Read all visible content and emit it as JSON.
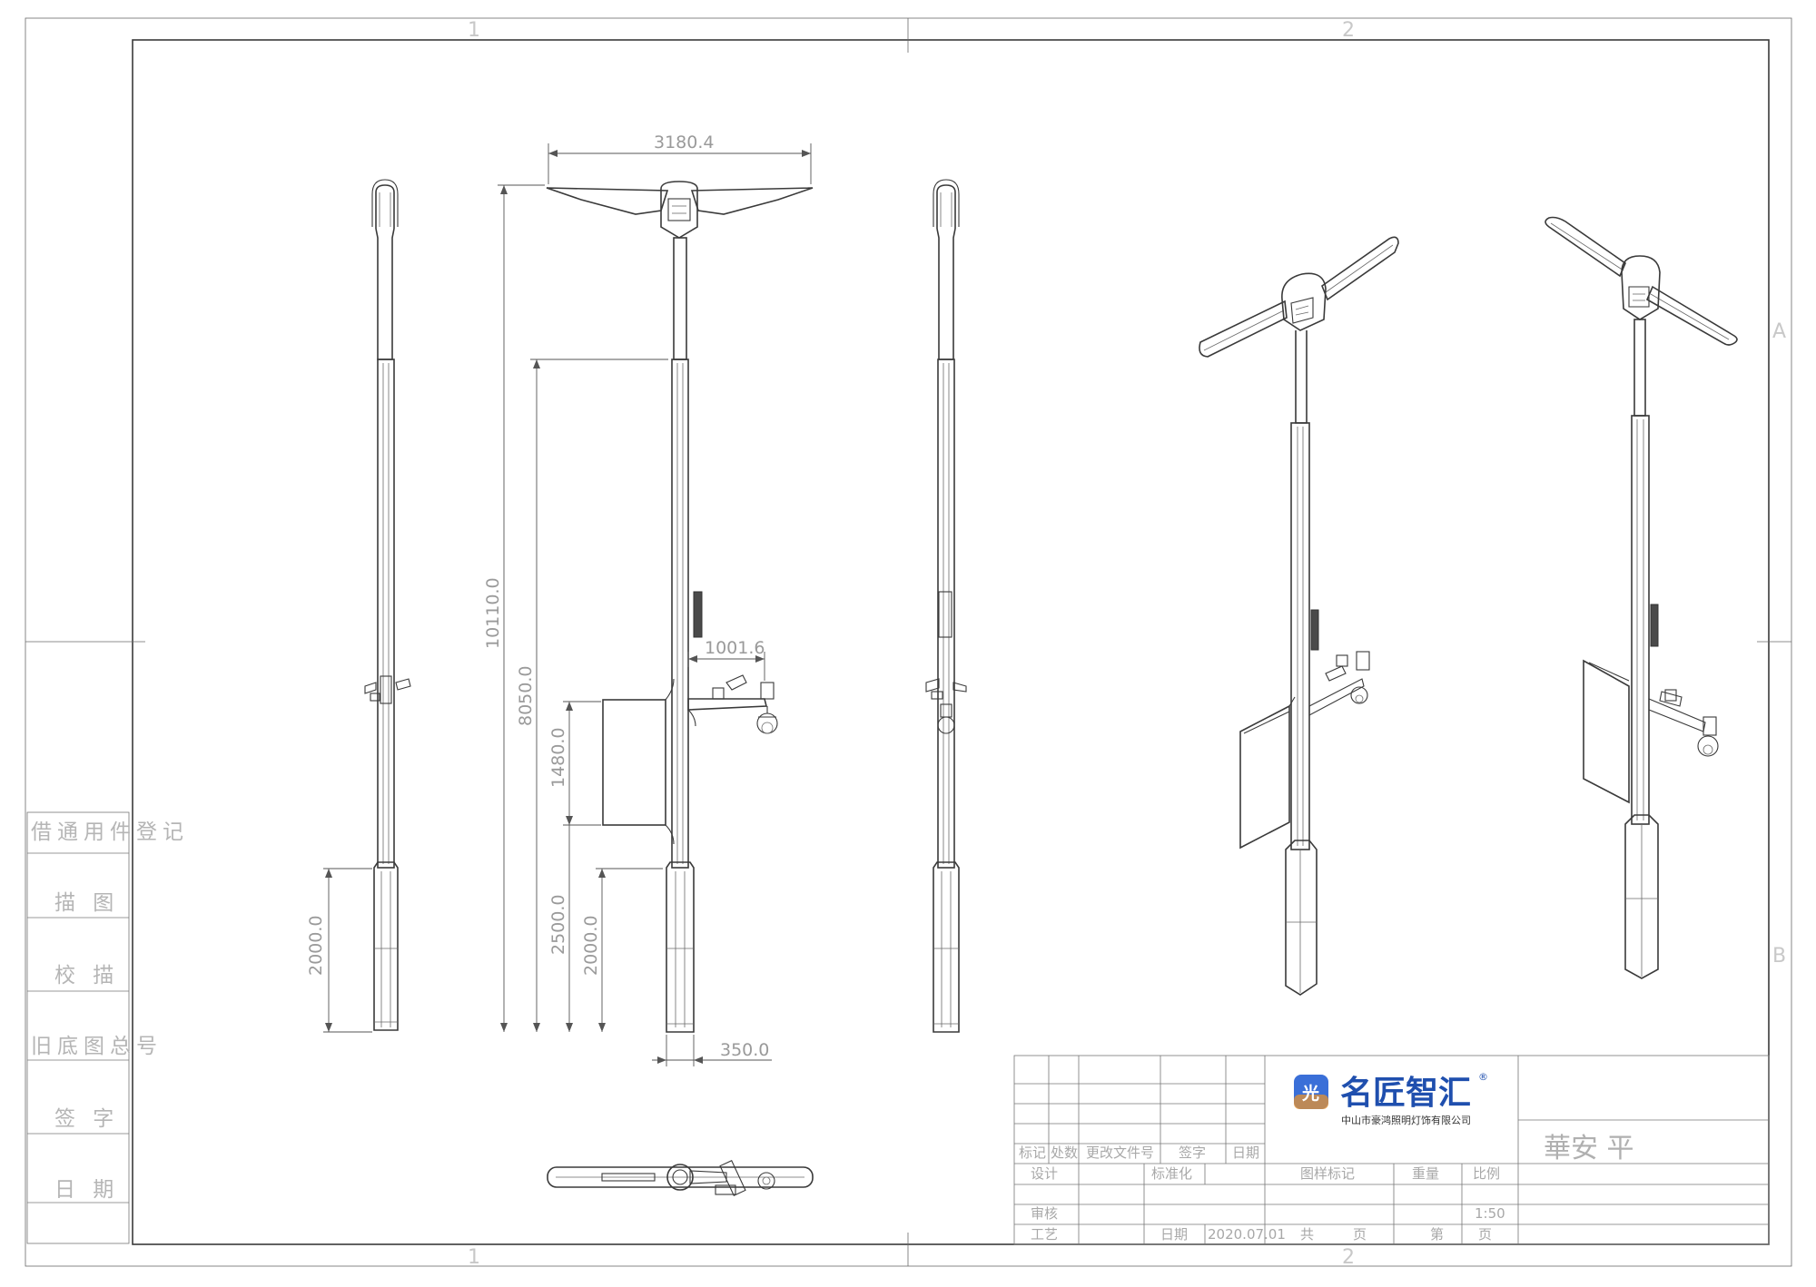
{
  "drawing": {
    "zone_numbers": [
      "1",
      "2",
      "1",
      "2"
    ],
    "zone_letters": [
      "A",
      "B"
    ],
    "dimensions": {
      "span": "3180.4",
      "total_height": "10110.0",
      "arm_height": "8050.0",
      "box_height": "1480.0",
      "box_bottom": "2500.0",
      "base_height_left": "2000.0",
      "base_height_right": "2000.0",
      "arm_length": "1001.6",
      "base_width": "350.0"
    }
  },
  "side_panel": {
    "labels": [
      "借通用件登记",
      "描 图",
      "校 描",
      "旧底图总号",
      "签 字",
      "日 期"
    ]
  },
  "title_block": {
    "brand": {
      "logo_char": "光",
      "name": "名匠智汇",
      "registered": "®",
      "company": "中山市豪鸿照明灯饰有限公司"
    },
    "drawing_name": "華安 平",
    "revision_headers": [
      "标记",
      "处数",
      "更改文件号",
      "签字",
      "日期"
    ],
    "design_label": "设计",
    "standardize_label": "标准化",
    "review_label": "审核",
    "process_label": "工艺",
    "date_label": "日期",
    "date_value": "2020.07.01",
    "mark_label": "图样标记",
    "weight_label": "重量",
    "scale_label": "比例",
    "scale_value": "1:50",
    "total_label": "共",
    "sheet_label": "页",
    "of_label": "第",
    "page_label": "页"
  }
}
